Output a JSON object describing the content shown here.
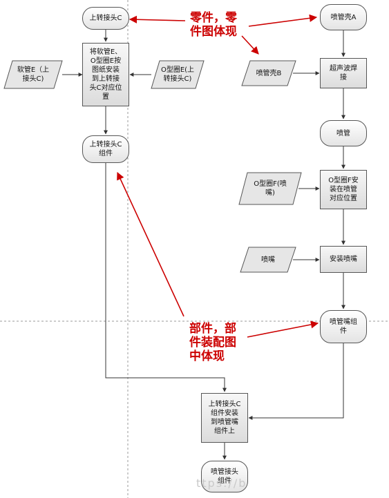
{
  "nodes": {
    "upper_joint_c": "上转接头C",
    "assemble_instruction": "将软管E、\nO型圈E按\n图纸安装\n到上转接\n头C对应位\n置",
    "hose_e": "软管E（上\n接头C)",
    "oring_e": "O型圈E(上\n转接头C)",
    "upper_joint_c_assembly": "上转接头C\n组件",
    "shell_a": "喷管壳A",
    "shell_b": "喷管壳B",
    "ultrasonic_weld": "超声波焊\n接",
    "nozzle_tube": "喷管",
    "oring_f": "O型圈F(喷\n嘴)",
    "install_oring_f": "O型圈F安\n装在喷管\n对应位置",
    "nozzle": "喷嘴",
    "install_nozzle": "安装喷嘴",
    "nozzle_tube_assembly": "喷管嘴组\n件",
    "install_c_on_nozzle": "上转接头C\n组件安装\n到喷管嘴\n组件上",
    "nozzle_joint_assembly": "喷管接头\n组件"
  },
  "annotations": {
    "parts_note": "零件，零\n件图体现",
    "assembly_note": "部件，部\n件装配图\n中体现"
  },
  "watermark": "ttps://b",
  "colors": {
    "annotation_red": "#cc0000",
    "line": "#333333",
    "divider": "#999999"
  }
}
